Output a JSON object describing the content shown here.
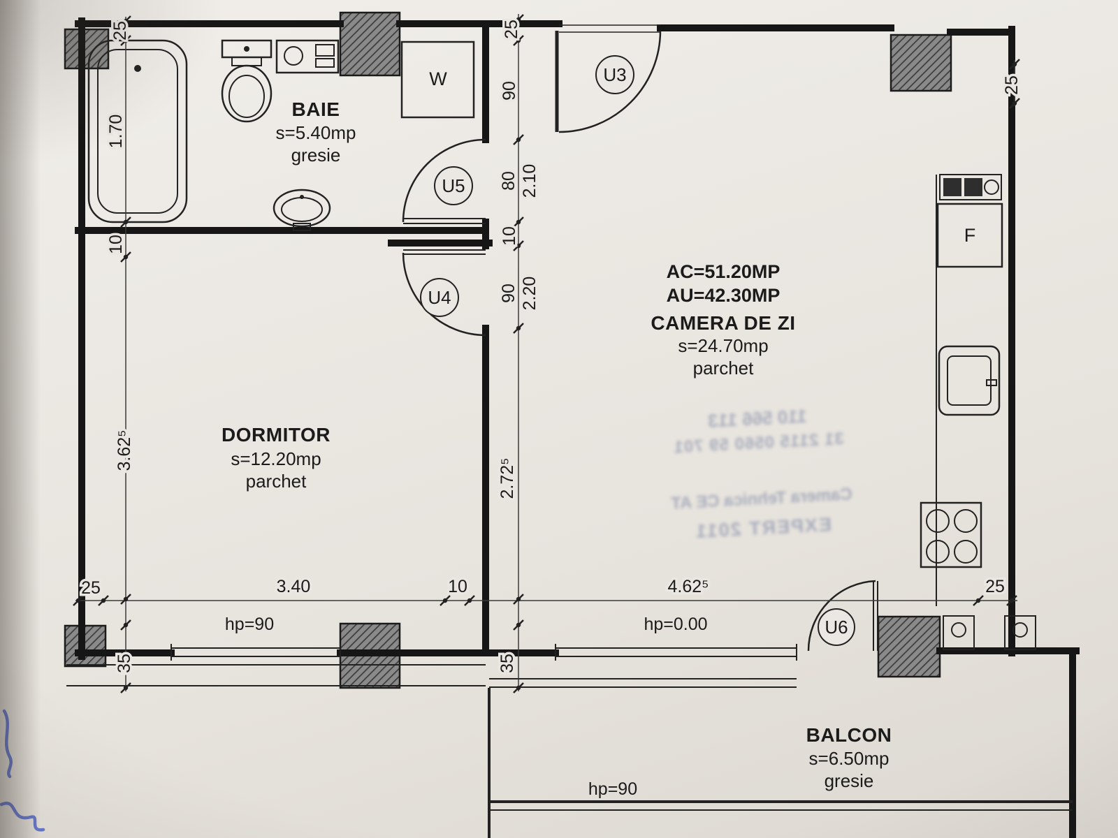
{
  "plan": {
    "rooms": {
      "baie": {
        "name": "BAIE",
        "area": "s=5.40mp",
        "finish": "gresie"
      },
      "dormitor": {
        "name": "DORMITOR",
        "area": "s=12.20mp",
        "finish": "parchet"
      },
      "camera_de_zi": {
        "name": "CAMERA DE ZI",
        "area": "s=24.70mp",
        "finish": "parchet"
      },
      "balcon": {
        "name": "BALCON",
        "area": "s=6.50mp",
        "finish": "gresie"
      }
    },
    "totals": {
      "built_area": "AC=51.20MP",
      "usable_area": "AU=42.30MP"
    },
    "doors": {
      "u3": "U3",
      "u4": "U4",
      "u5": "U5",
      "u6": "U6"
    },
    "fixtures": {
      "washing_machine": "W",
      "fridge": "F"
    },
    "windows": {
      "bedroom": "hp=90",
      "living": "hp=0.00",
      "balcony": "hp=90"
    },
    "dims": {
      "left_25": "25",
      "left_170": "1.70",
      "left_10": "10",
      "left_362": "3.62⁵",
      "left_35": "35",
      "mid_25": "25",
      "mid_90a": "90",
      "mid_80": "80",
      "mid_210": "2.10",
      "mid_10": "10",
      "mid_90b": "90",
      "mid_220": "2.20",
      "mid_272": "2.72⁵",
      "mid_35": "35",
      "bottom_25l": "25",
      "bottom_340": "3.40",
      "bottom_10": "10",
      "bottom_462": "4.62⁵",
      "bottom_25r": "25",
      "right_25": "25"
    }
  },
  "bleedthrough": {
    "lines": [
      "110 566 113",
      "31 2115 0560 59 701",
      "Camera Tehnica CE AT",
      "EXPERT 2011"
    ]
  }
}
